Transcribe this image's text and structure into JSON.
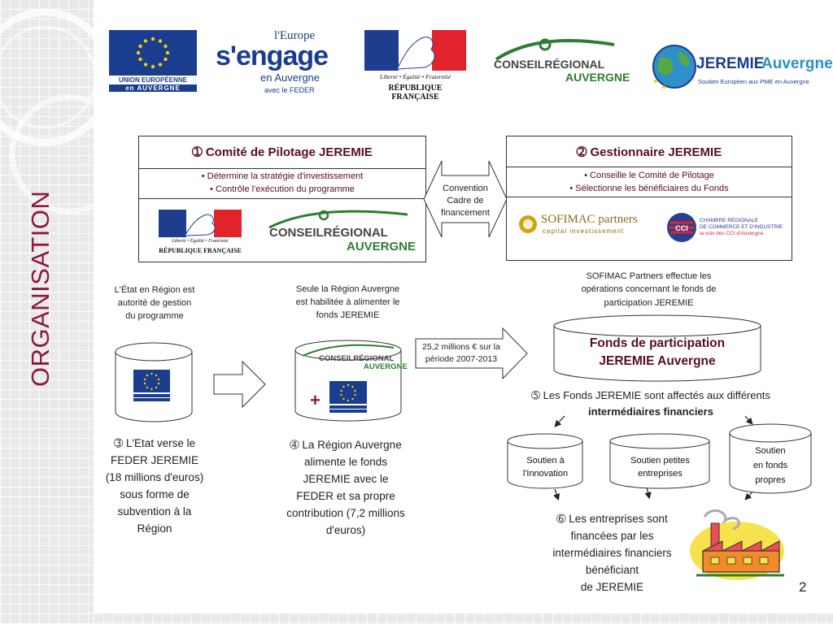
{
  "sidebar_title": "ORGANISATION",
  "logos": {
    "eu_line1": "UNION EUROPÉENNE",
    "eu_line2": "en AUVERGNE",
    "europe_top": "l'Europe",
    "europe_mid": "s'engage",
    "europe_sub": "en Auvergne",
    "europe_feder": "avec le FEDER",
    "rf_motto": "Liberté • Égalité • Fraternité",
    "rf_name": "RÉPUBLIQUE FRANÇAISE",
    "cr_line1": "CONSEILRÉGIONAL",
    "cr_line2": "AUVERGNE",
    "jeremie_name": "JEREMIE",
    "jeremie_region": "Auvergne",
    "jeremie_tag": "Soutien Européen aux PME en Auvergne",
    "sofimac_name": "SOFIMAC partners",
    "sofimac_sub": "capital investissement",
    "cci_line1": "CHAMBRE RÉGIONALE",
    "cci_line2": "DE COMMERCE ET D'INDUSTRIE",
    "cci_line3": "la voix des CCI d'Auvergne"
  },
  "box1": {
    "title": "➀ Comité de Pilotage JEREMIE",
    "bullet1": "• Détermine la stratégie d'investissement",
    "bullet2": "• Contrôle l'exécution du programme"
  },
  "box2": {
    "title": "➁ Gestionnaire JEREMIE",
    "bullet1": "• Conseille le Comité de Pilotage",
    "bullet2": "• Sélectionne les bénéficiaires du Fonds"
  },
  "convention": {
    "line1": "Convention",
    "line2": "Cadre de",
    "line3": "financement"
  },
  "state_note": {
    "line1": "L'État en Région est",
    "line2": "autorité de gestion",
    "line3": "du programme"
  },
  "region_note": {
    "line1": "Seule la Région Auvergne",
    "line2": "est habilitée à alimenter le",
    "line3": "fonds JEREMIE"
  },
  "sofimac_note": {
    "line1": "SOFIMAC  Partners effectue les",
    "line2": "opérations concernant le fonds de",
    "line3": "participation JEREMIE"
  },
  "amount": {
    "line1": "25,2 millions € sur la",
    "line2": "période 2007-2013"
  },
  "plus": "+",
  "fund": {
    "line1": "Fonds de participation",
    "line2": "JEREMIE Auvergne"
  },
  "step5": {
    "line1": "➄ Les Fonds JEREMIE sont affectés aux différents",
    "line2": "intermédiaires financiers"
  },
  "step3": {
    "line1": "➂ L'Etat verse le",
    "line2": "FEDER JEREMIE",
    "line3": "(18 millions d'euros)",
    "line4": "sous forme de",
    "line5": "subvention à la",
    "line6": "Région"
  },
  "step4": {
    "line1": "➃ La  Région Auvergne",
    "line2": "alimente le fonds",
    "line3": "JEREMIE avec le",
    "line4": "FEDER et sa propre",
    "line5": "contribution (7,2 millions",
    "line6": "d'euros)"
  },
  "intermediaries": [
    {
      "line1": "Soutien à",
      "line2": "l'Innovation"
    },
    {
      "line1": "Soutien petites",
      "line2": "entreprises"
    },
    {
      "line1": "Soutien",
      "line2": "en fonds",
      "line3": "propres"
    }
  ],
  "step6": {
    "line1": "➅  Les entreprises sont",
    "line2": "financées par les",
    "line3": "intermédiaires financiers",
    "line4": "bénéficiant",
    "line5": "de JEREMIE"
  },
  "page_number": "2",
  "colors": {
    "title": "#8b1a3a",
    "eu_blue": "#1a3d8f",
    "eu_gold": "#f5d000",
    "cr_green": "#2e7d32"
  }
}
